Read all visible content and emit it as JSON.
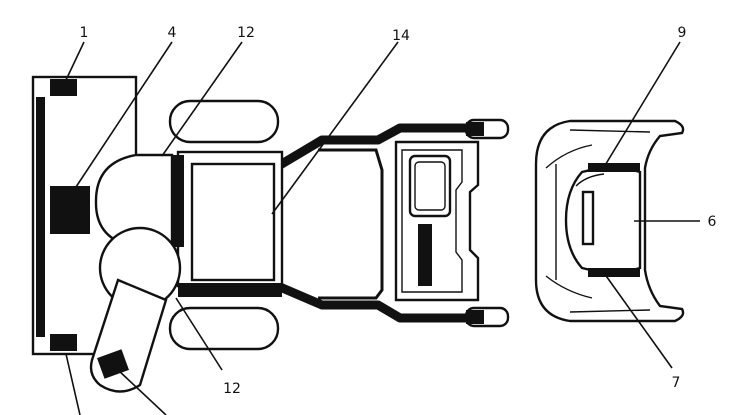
{
  "colors": {
    "ink": "#111111",
    "paper": "#ffffff"
  },
  "callouts": {
    "c1_top_left": "1",
    "c4": "4",
    "c12_top": "12",
    "c14": "14",
    "c9": "9",
    "c6": "6",
    "c7": "7",
    "c12_bottom": "12"
  }
}
